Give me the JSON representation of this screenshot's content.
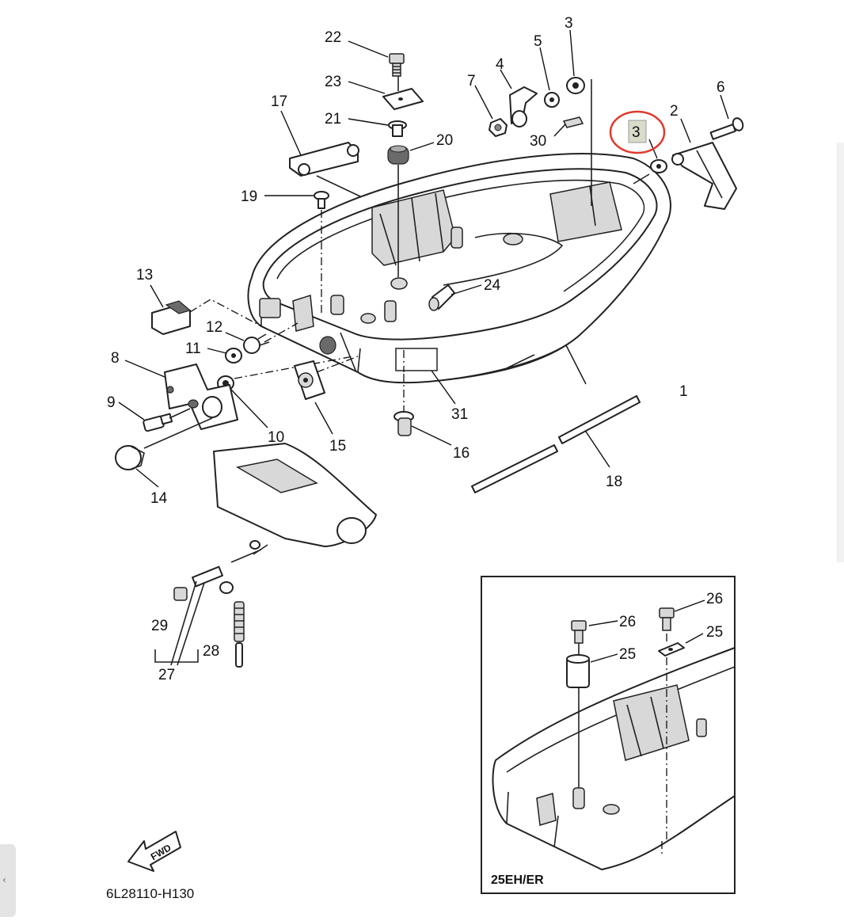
{
  "diagram": {
    "part_labels": [
      {
        "id": "1",
        "text": "1"
      },
      {
        "id": "2",
        "text": "2"
      },
      {
        "id": "3a",
        "text": "3"
      },
      {
        "id": "3b",
        "text": "3"
      },
      {
        "id": "4",
        "text": "4"
      },
      {
        "id": "5",
        "text": "5"
      },
      {
        "id": "6",
        "text": "6"
      },
      {
        "id": "7",
        "text": "7"
      },
      {
        "id": "8",
        "text": "8"
      },
      {
        "id": "9",
        "text": "9"
      },
      {
        "id": "10",
        "text": "10"
      },
      {
        "id": "11",
        "text": "11"
      },
      {
        "id": "12",
        "text": "12"
      },
      {
        "id": "13",
        "text": "13"
      },
      {
        "id": "14",
        "text": "14"
      },
      {
        "id": "15",
        "text": "15"
      },
      {
        "id": "16",
        "text": "16"
      },
      {
        "id": "17",
        "text": "17"
      },
      {
        "id": "18",
        "text": "18"
      },
      {
        "id": "19",
        "text": "19"
      },
      {
        "id": "20",
        "text": "20"
      },
      {
        "id": "21",
        "text": "21"
      },
      {
        "id": "22",
        "text": "22"
      },
      {
        "id": "23",
        "text": "23"
      },
      {
        "id": "24",
        "text": "24"
      },
      {
        "id": "27",
        "text": "27"
      },
      {
        "id": "28",
        "text": "28"
      },
      {
        "id": "29",
        "text": "29"
      },
      {
        "id": "30",
        "text": "30"
      },
      {
        "id": "31",
        "text": "31"
      }
    ],
    "inset": {
      "title": "25EH/ER",
      "labels": [
        {
          "id": "26a",
          "text": "26"
        },
        {
          "id": "26b",
          "text": "26"
        },
        {
          "id": "25a",
          "text": "25"
        },
        {
          "id": "25b",
          "text": "25"
        }
      ]
    },
    "fwd_text": "FWD",
    "diagram_code": "6L28110-H130",
    "highlight_color": "#e03a2e"
  }
}
